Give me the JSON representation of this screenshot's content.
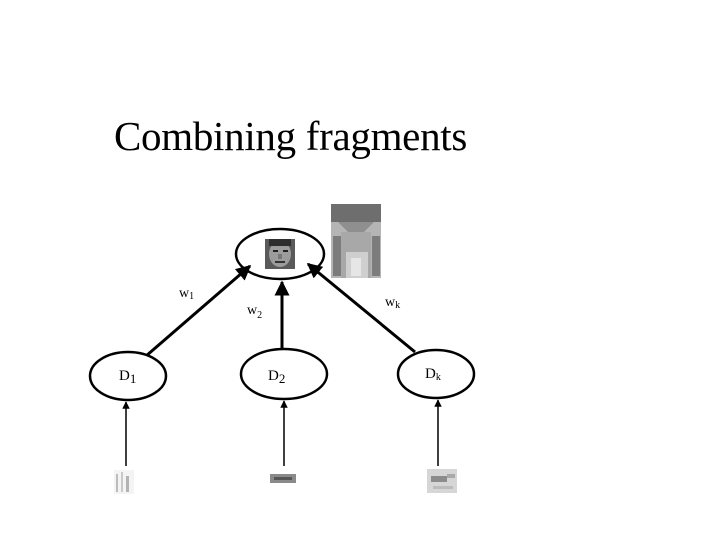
{
  "slide": {
    "title": "Combining fragments"
  },
  "diagram": {
    "top_node": {
      "image": "face-icon"
    },
    "fragment_image": {
      "image": "face-fragment-closeup"
    },
    "detectors": [
      {
        "base": "D",
        "sub": "1"
      },
      {
        "base": "D",
        "sub": "2"
      },
      {
        "base": "D",
        "sub": "k"
      }
    ],
    "weights": [
      {
        "base": "w",
        "sub": "1"
      },
      {
        "base": "w",
        "sub": "2"
      },
      {
        "base": "w",
        "sub": "k"
      }
    ],
    "inputs": [
      {
        "image": "fragment-patch-1"
      },
      {
        "image": "fragment-patch-2"
      },
      {
        "image": "fragment-patch-k"
      }
    ]
  }
}
